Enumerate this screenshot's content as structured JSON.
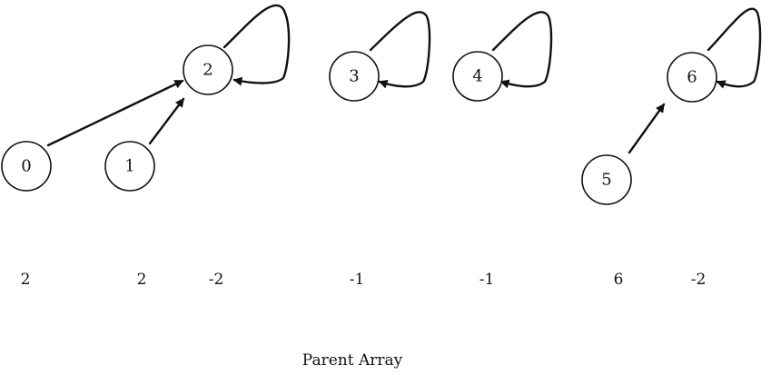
{
  "nodes": [
    {
      "id": "node-0",
      "label": "0"
    },
    {
      "id": "node-1",
      "label": "1"
    },
    {
      "id": "node-2",
      "label": "2"
    },
    {
      "id": "node-3",
      "label": "3"
    },
    {
      "id": "node-4",
      "label": "4"
    },
    {
      "id": "node-5",
      "label": "5"
    },
    {
      "id": "node-6",
      "label": "6"
    }
  ],
  "edges": [
    {
      "from": "0",
      "to": "2"
    },
    {
      "from": "1",
      "to": "2"
    },
    {
      "from": "5",
      "to": "6"
    },
    {
      "from": "2",
      "to": "2"
    },
    {
      "from": "3",
      "to": "3"
    },
    {
      "from": "4",
      "to": "4"
    },
    {
      "from": "6",
      "to": "6"
    }
  ],
  "parent_array": [
    "2",
    "2",
    "-2",
    "-1",
    "-1",
    "6",
    "-2"
  ],
  "caption": "Parent Array",
  "colors": {
    "stroke": "#111111",
    "background": "#ffffff"
  }
}
